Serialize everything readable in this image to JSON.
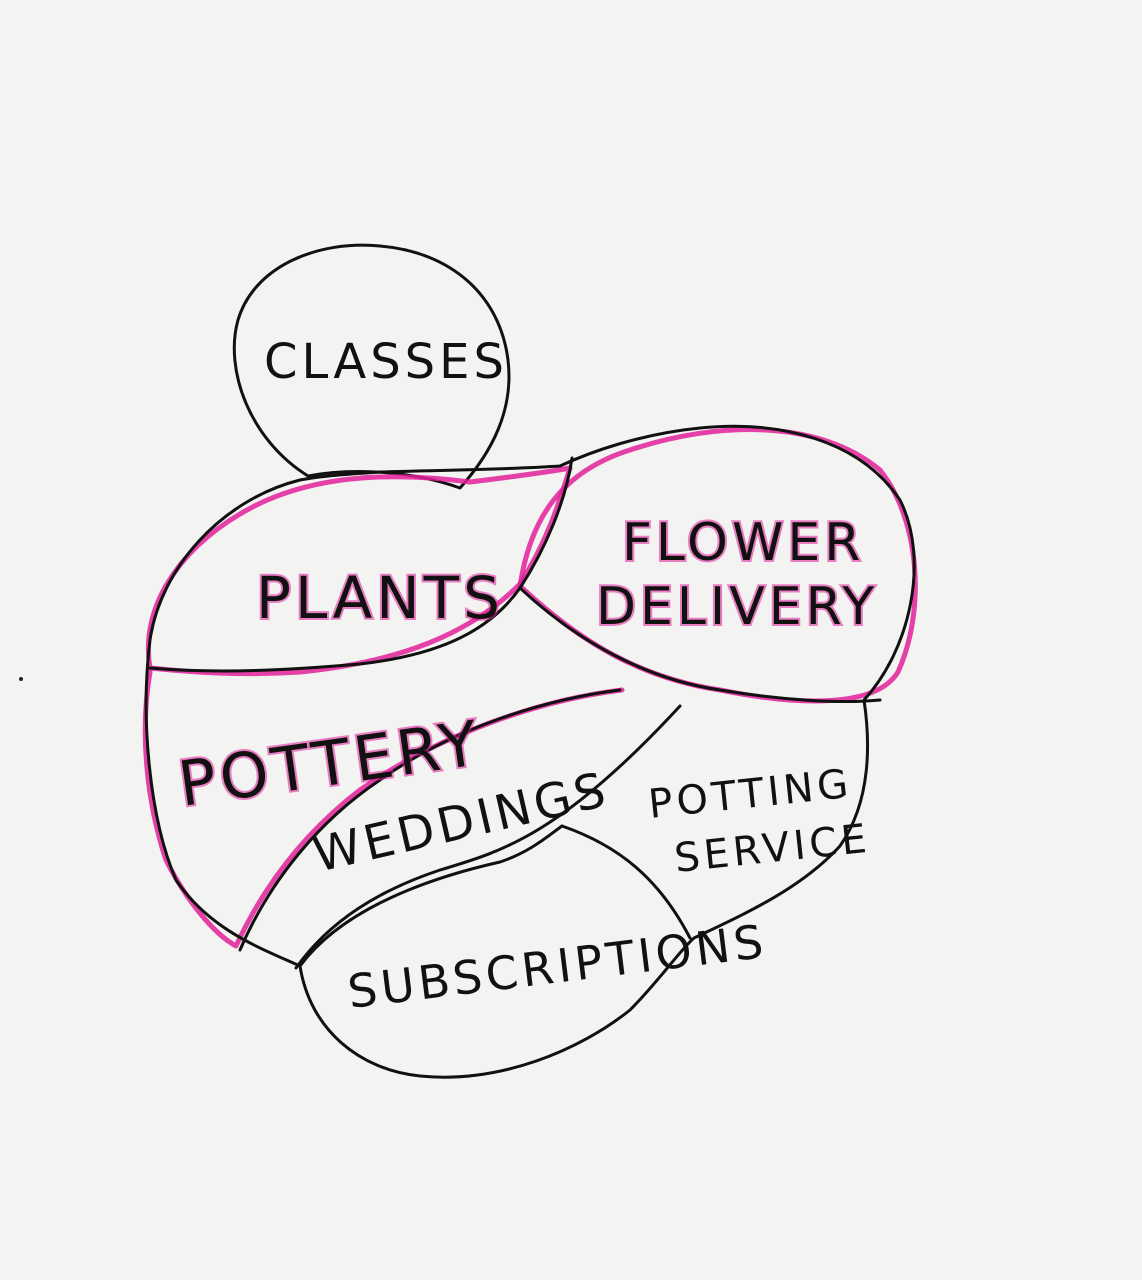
{
  "diagram": {
    "labels": {
      "classes": "CLASSES",
      "plants": "PLANTS",
      "flower_delivery_1": "FLOWER",
      "flower_delivery_2": "DELIVERY",
      "pottery": "POTTERY",
      "weddings": "WEDDINGS",
      "potting_service_1": "POTTING",
      "potting_service_2": "SERVICE",
      "subscriptions": "SUBSCRIPTIONS"
    },
    "colors": {
      "ink": "#111111",
      "highlight": "#e0209a",
      "paper": "#f3f3f1"
    }
  }
}
